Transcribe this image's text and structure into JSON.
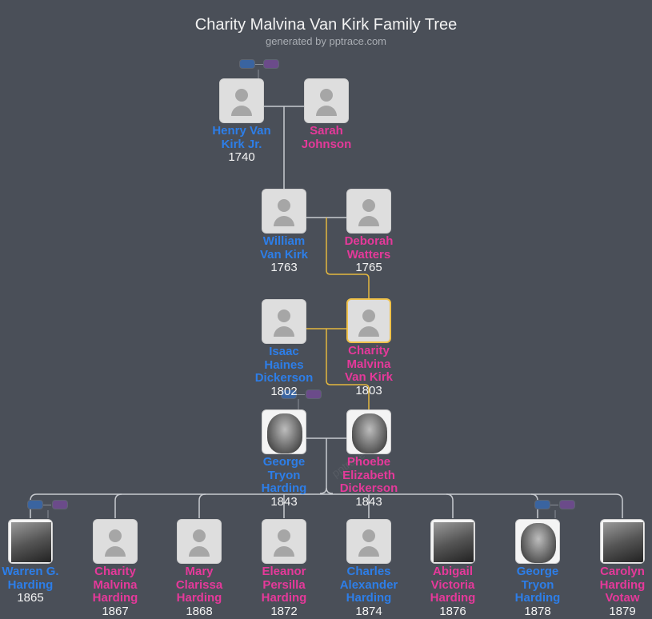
{
  "header": {
    "title": "Charity Malvina Van Kirk Family Tree",
    "subtitle": "generated by pptrace.com"
  },
  "watermark": "pptrace",
  "colors": {
    "background": "#4a4f58",
    "male": "#2d7ee8",
    "female": "#e5399a",
    "highlight_line": "#e3b73f",
    "line": "#c8cbd0",
    "pill_blue": "#3a64a0",
    "pill_purple": "#6b4b8a"
  },
  "generations": [
    {
      "level": 1,
      "people": [
        {
          "name": "Henry Van Kirk Jr.",
          "line1": "Henry Van",
          "line2": "Kirk Jr.",
          "year": "1740",
          "gender": "male",
          "photo": "placeholder"
        },
        {
          "name": "Sarah Johnson",
          "line1": "Sarah",
          "line2": "Johnson",
          "year": "",
          "gender": "female",
          "photo": "placeholder"
        }
      ]
    },
    {
      "level": 2,
      "people": [
        {
          "name": "William Van Kirk",
          "line1": "William",
          "line2": "Van Kirk",
          "year": "1763",
          "gender": "male",
          "photo": "placeholder"
        },
        {
          "name": "Deborah Watters",
          "line1": "Deborah",
          "line2": "Watters",
          "year": "1765",
          "gender": "female",
          "photo": "placeholder"
        }
      ]
    },
    {
      "level": 3,
      "people": [
        {
          "name": "Isaac Haines Dickerson",
          "line1": "Isaac",
          "line2": "Haines",
          "line3": "Dickerson",
          "year": "1802",
          "gender": "male",
          "photo": "placeholder"
        },
        {
          "name": "Charity Malvina Van Kirk",
          "line1": "Charity",
          "line2": "Malvina",
          "line3": "Van Kirk",
          "year": "1803",
          "gender": "female",
          "photo": "placeholder",
          "selected": true
        }
      ]
    },
    {
      "level": 4,
      "people": [
        {
          "name": "George Tryon Harding",
          "line1": "George",
          "line2": "Tryon",
          "line3": "Harding",
          "year": "1843",
          "gender": "male",
          "photo": "portrait"
        },
        {
          "name": "Phoebe Elizabeth Dickerson",
          "line1": "Phoebe",
          "line2": "Elizabeth",
          "line3": "Dickerson",
          "year": "1843",
          "gender": "female",
          "photo": "portrait"
        }
      ]
    },
    {
      "level": 5,
      "people": [
        {
          "name": "Warren G. Harding",
          "line1": "Warren G.",
          "line2": "Harding",
          "year": "1865",
          "gender": "male",
          "photo": "portrait"
        },
        {
          "name": "Charity Malvina Harding",
          "line1": "Charity",
          "line2": "Malvina",
          "line3": "Harding",
          "year": "1867",
          "gender": "female",
          "photo": "placeholder"
        },
        {
          "name": "Mary Clarissa Harding",
          "line1": "Mary",
          "line2": "Clarissa",
          "line3": "Harding",
          "year": "1868",
          "gender": "female",
          "photo": "placeholder"
        },
        {
          "name": "Eleanor Persilla Harding",
          "line1": "Eleanor",
          "line2": "Persilla",
          "line3": "Harding",
          "year": "1872",
          "gender": "female",
          "photo": "placeholder"
        },
        {
          "name": "Charles Alexander Harding",
          "line1": "Charles",
          "line2": "Alexander",
          "line3": "Harding",
          "year": "1874",
          "gender": "male",
          "photo": "placeholder"
        },
        {
          "name": "Abigail Victoria Harding",
          "line1": "Abigail",
          "line2": "Victoria",
          "line3": "Harding",
          "year": "1876",
          "gender": "female",
          "photo": "portrait"
        },
        {
          "name": "George Tryon Harding",
          "line1": "George",
          "line2": "Tryon",
          "line3": "Harding",
          "year": "1878",
          "gender": "male",
          "photo": "portrait"
        },
        {
          "name": "Carolyn Harding Votaw",
          "line1": "Carolyn",
          "line2": "Harding",
          "line3": "Votaw",
          "year": "1879",
          "gender": "female",
          "photo": "photo"
        }
      ]
    }
  ]
}
